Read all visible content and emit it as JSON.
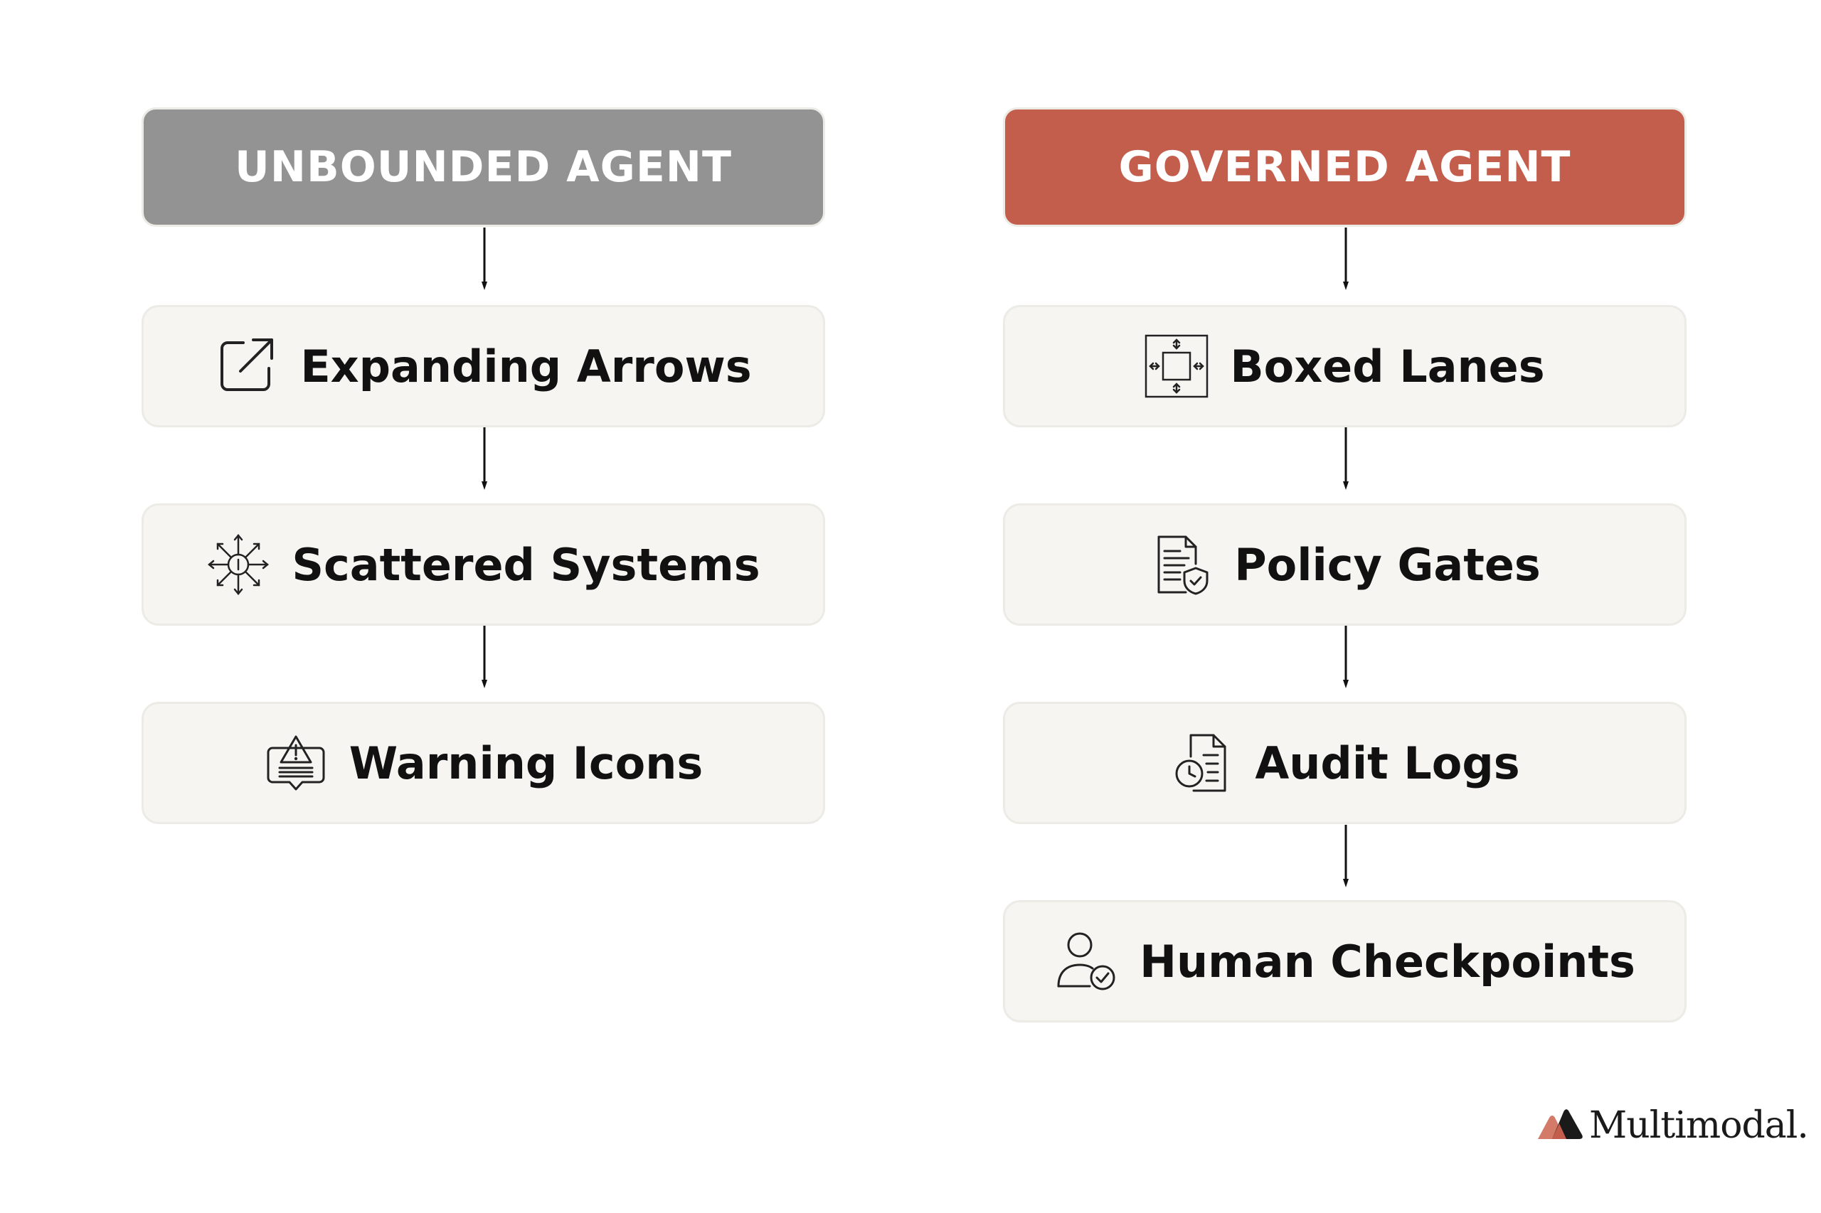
{
  "left": {
    "header": "UNBOUNDED AGENT",
    "items": [
      {
        "label": "Expanding Arrows",
        "icon": "expand-arrow-icon"
      },
      {
        "label": "Scattered Systems",
        "icon": "scatter-icon"
      },
      {
        "label": "Warning Icons",
        "icon": "warning-icon"
      }
    ]
  },
  "right": {
    "header": "GOVERNED AGENT",
    "items": [
      {
        "label": "Boxed Lanes",
        "icon": "boxed-lanes-icon"
      },
      {
        "label": "Policy Gates",
        "icon": "policy-document-icon"
      },
      {
        "label": "Audit Logs",
        "icon": "audit-log-icon"
      },
      {
        "label": "Human Checkpoints",
        "icon": "user-check-icon"
      }
    ]
  },
  "brand": {
    "name": "Multimodal.",
    "icon": "multimodal-logo-icon"
  },
  "colors": {
    "unbounded_header": "#939393",
    "governed_header": "#c35e4d",
    "box_bg": "#f6f5f2",
    "box_border": "#ecebe6"
  }
}
